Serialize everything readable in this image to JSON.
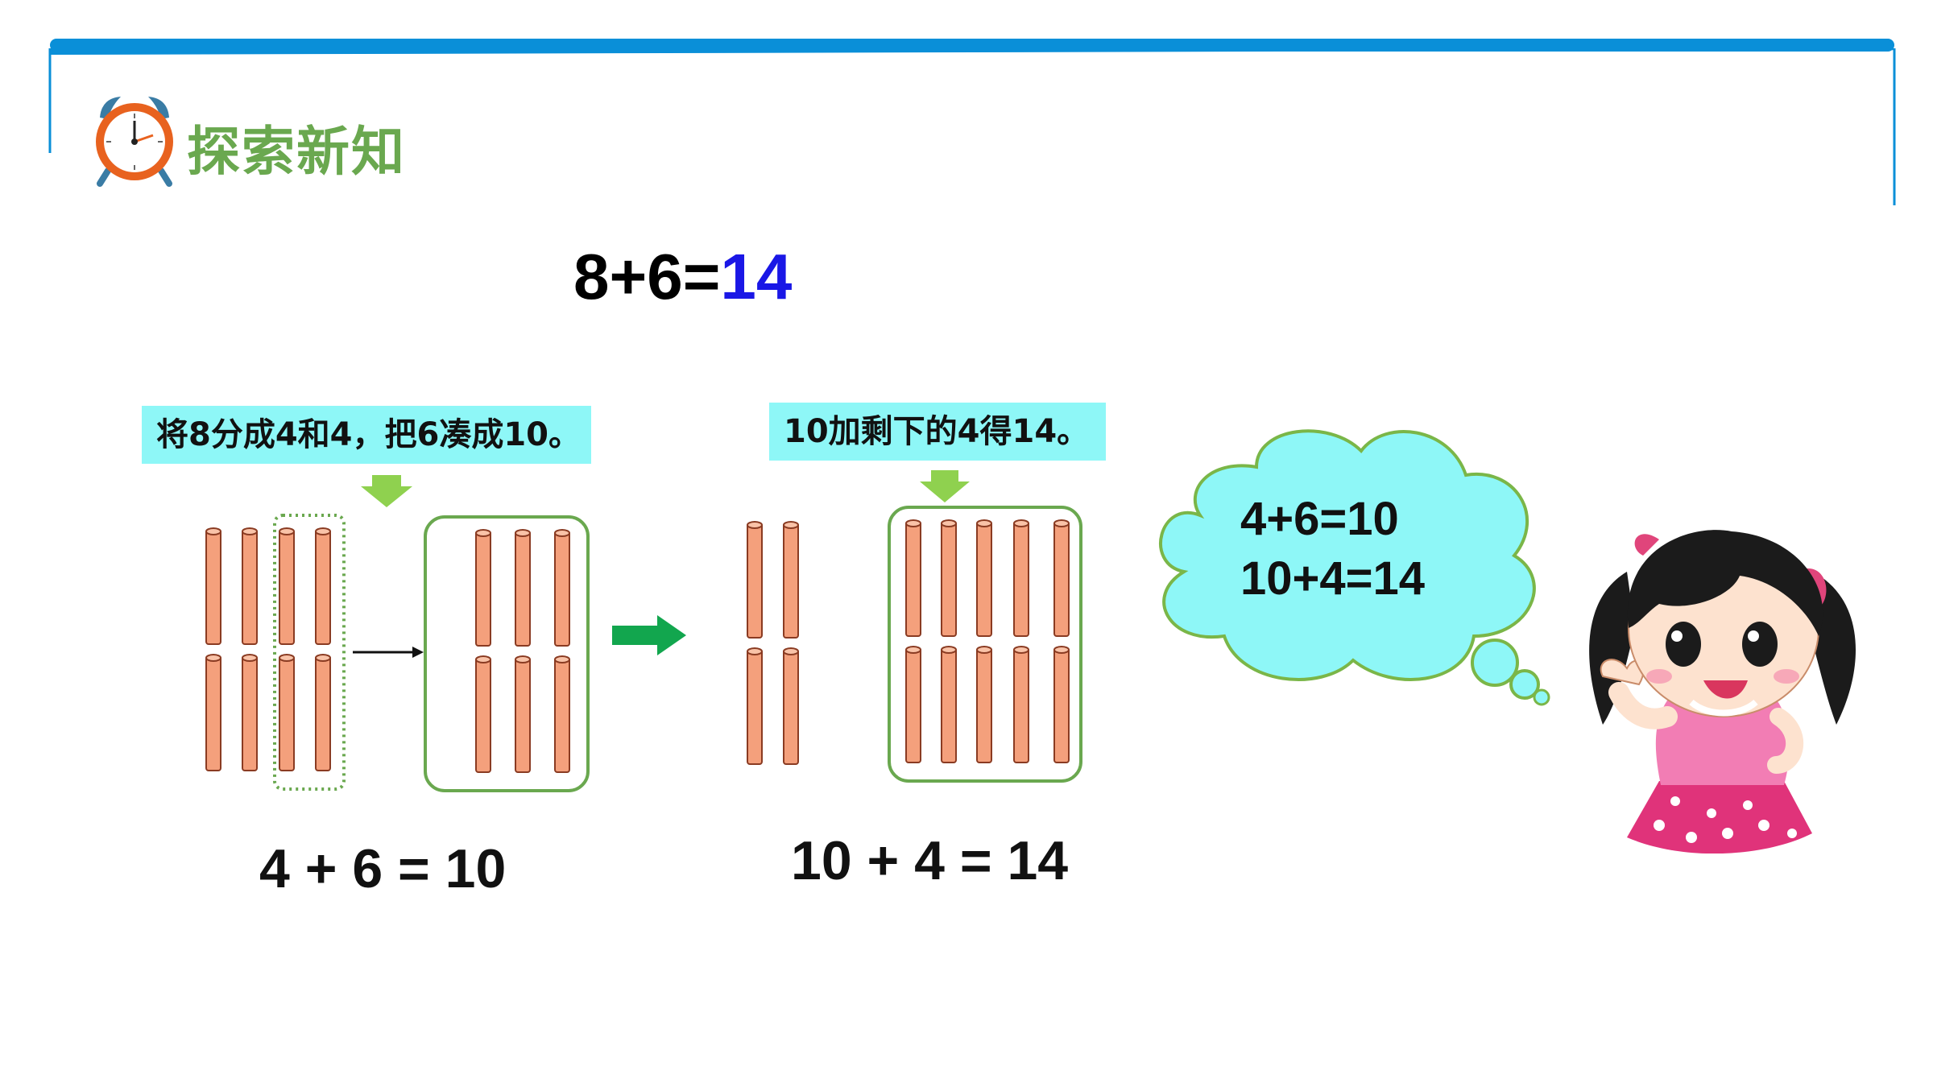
{
  "header": {
    "title": "探索新知",
    "accent_color": "#0a8fd8",
    "title_color": "#6aa84f",
    "icon": "alarm-clock-icon"
  },
  "main_equation": {
    "expression": "8+6=",
    "answer": "14",
    "answer_color": "#1a17e6"
  },
  "step1": {
    "label": "将8分成4和4，把6凑成10。",
    "equation": "4 + 6 = 10"
  },
  "step2": {
    "label": "10加剩下的4得14。",
    "equation": "10 + 4 = 14"
  },
  "thought_cloud": {
    "line1": "4+6=10",
    "line2": "10+4=14"
  },
  "colors": {
    "label_bg": "#8ef7f7",
    "stick": "#f4a07c",
    "stick_outline": "#8a3b22",
    "box_outline": "#6aa84f",
    "arrow_green": "#12a64e",
    "down_arrow": "#8fd14f",
    "cloud_fill": "#8ef7f7",
    "cloud_outline": "#7ab648"
  },
  "illustrations": [
    "counting-sticks",
    "girl-character-icon"
  ]
}
